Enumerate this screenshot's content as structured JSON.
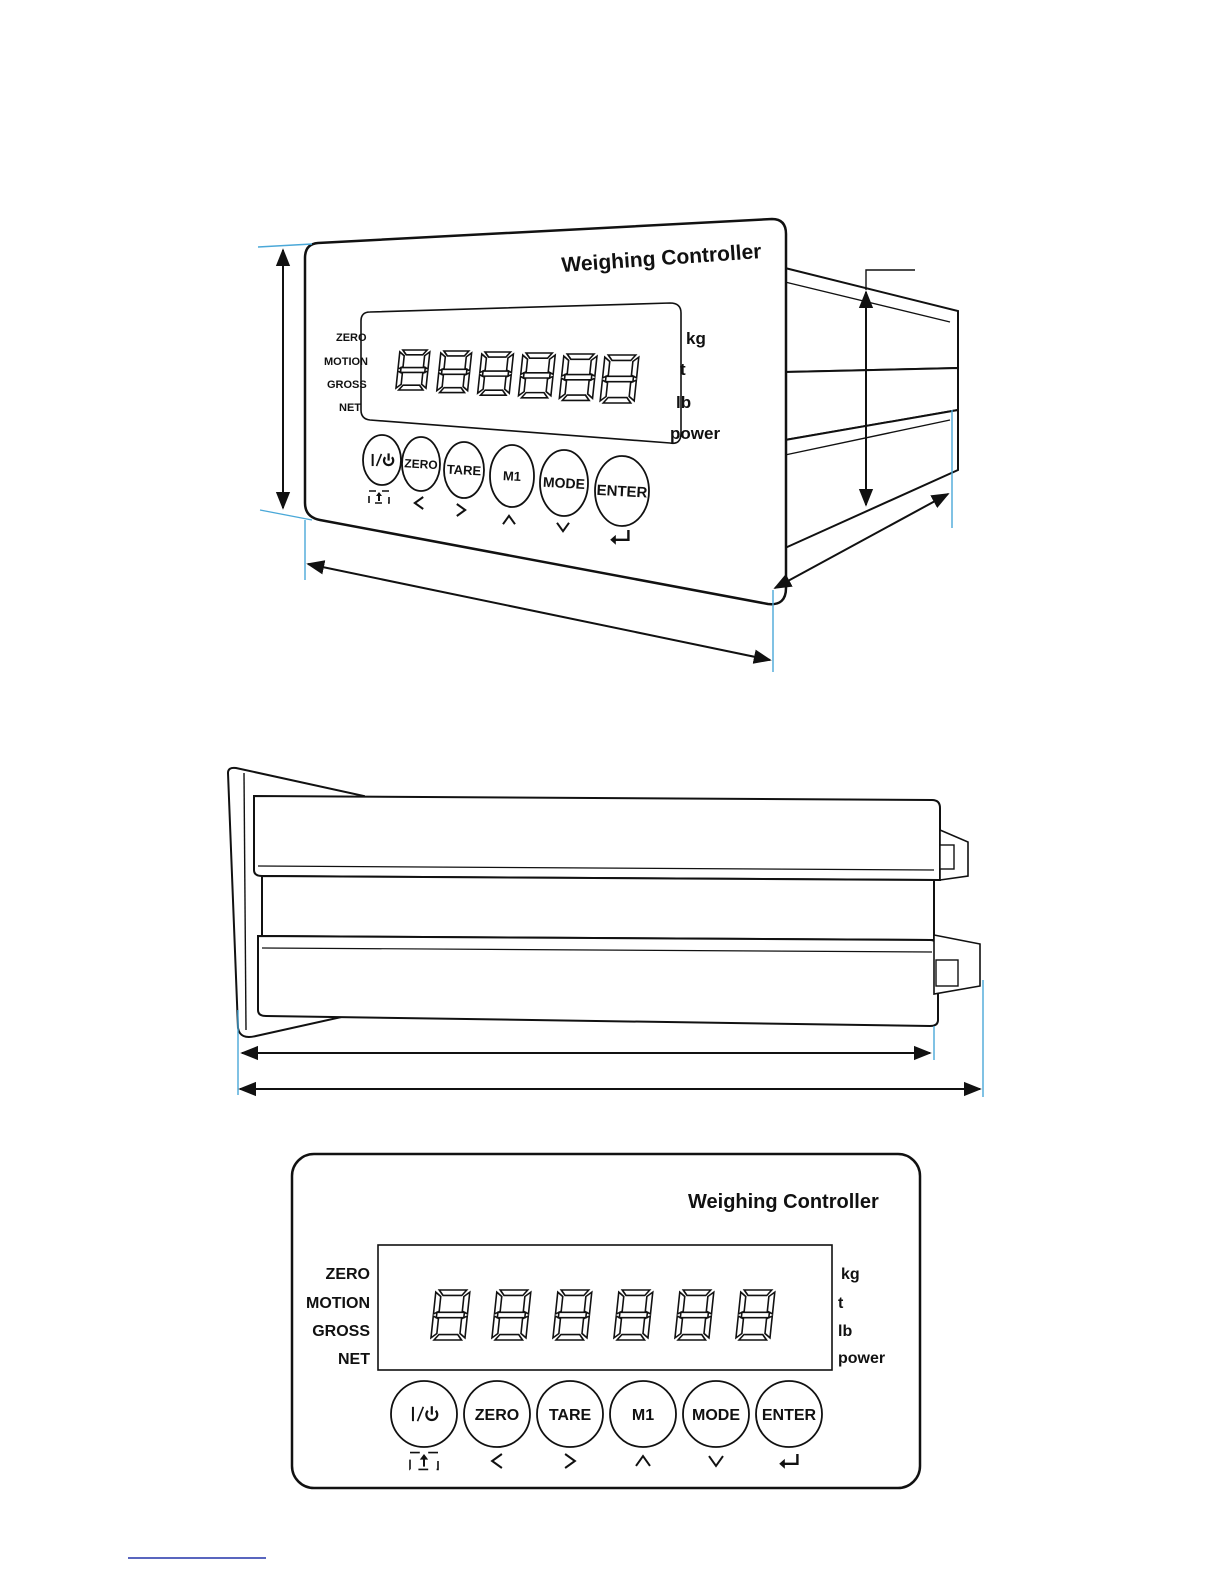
{
  "device": {
    "brand_title": "Weighing Controller",
    "digits": [
      "8",
      "8",
      "8",
      "8",
      "8",
      "8"
    ],
    "status_labels": [
      "ZERO",
      "MOTION",
      "GROSS",
      "NET"
    ],
    "unit_labels": [
      "kg",
      "t",
      "lb",
      "power"
    ],
    "buttons": [
      {
        "label": "|/⏻",
        "sub": "⇧",
        "icon": "power-icon"
      },
      {
        "label": "ZERO",
        "sub": "<",
        "icon": "left-arrow-icon"
      },
      {
        "label": "TARE",
        "sub": ">",
        "icon": "right-arrow-icon"
      },
      {
        "label": "M1",
        "sub": "^",
        "icon": "up-arrow-icon"
      },
      {
        "label": "MODE",
        "sub": "v",
        "icon": "down-arrow-icon"
      },
      {
        "label": "ENTER",
        "sub": "↵",
        "icon": "enter-icon"
      }
    ]
  },
  "colors": {
    "outline": "#111111",
    "dimension_line": "#4aa8d8",
    "footer_rule": "#2233aa"
  }
}
